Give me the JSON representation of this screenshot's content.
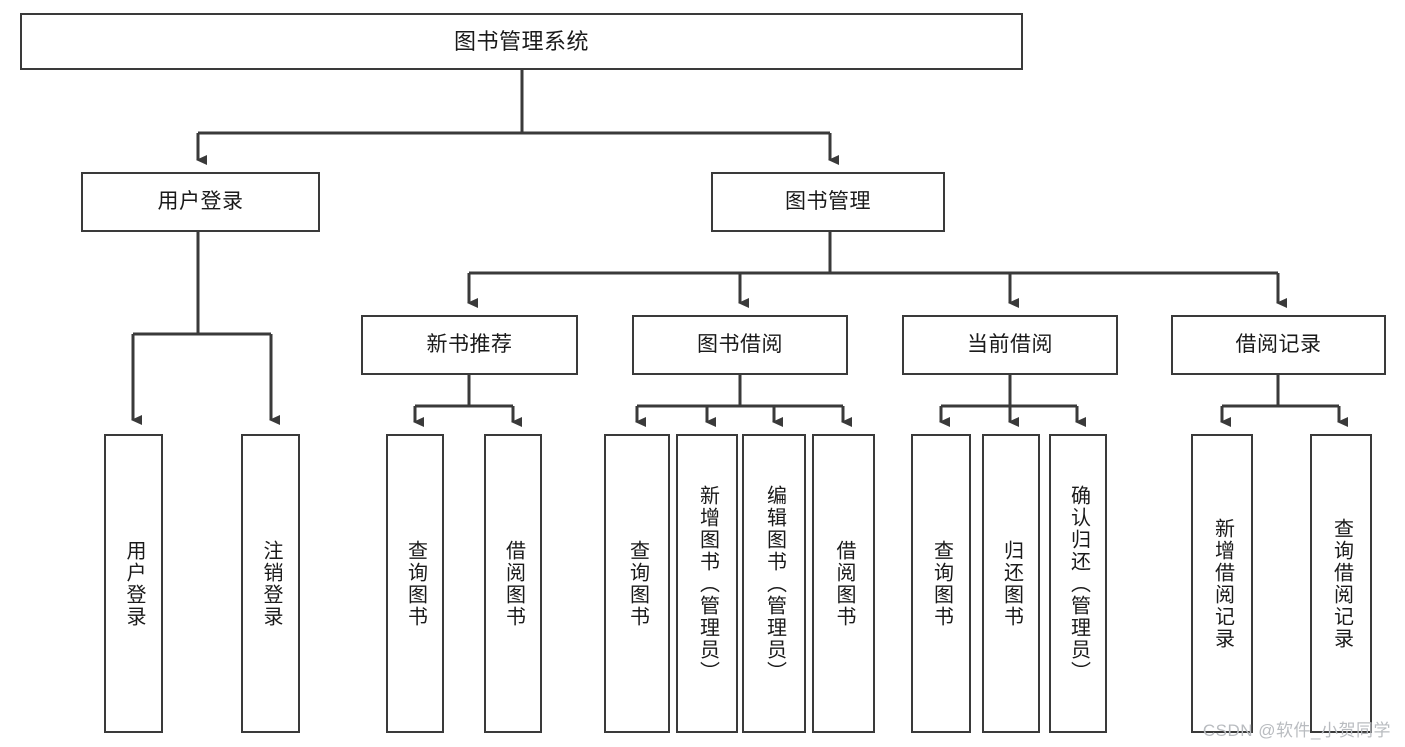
{
  "diagram": {
    "title": "图书管理系统",
    "type": "tree-hierarchy",
    "orientation": "top-down",
    "colors": {
      "box_border": "#3a3a3a",
      "box_fill": "#ffffff",
      "connector": "#3a3a3a",
      "text": "#1a1a1a",
      "watermark": "#b9bcc0",
      "background": "#ffffff"
    },
    "root": {
      "label": "图书管理系统"
    },
    "level2": [
      {
        "id": "user-login",
        "label": "用户登录"
      },
      {
        "id": "book-manage",
        "label": "图书管理"
      }
    ],
    "level3": [
      {
        "id": "new-book-recommend",
        "label": "新书推荐"
      },
      {
        "id": "book-borrow",
        "label": "图书借阅"
      },
      {
        "id": "current-borrow",
        "label": "当前借阅"
      },
      {
        "id": "borrow-record",
        "label": "借阅记录"
      }
    ],
    "leaves": {
      "user_login": [
        {
          "id": "leaf-user-login",
          "label": "用户登录"
        },
        {
          "id": "leaf-logout-login",
          "label": "注销登录"
        }
      ],
      "new_book_recommend": [
        {
          "id": "leaf-query-book-1",
          "label": "查询图书"
        },
        {
          "id": "leaf-borrow-book-1",
          "label": "借阅图书"
        }
      ],
      "book_borrow": [
        {
          "id": "leaf-query-book-2",
          "label": "查询图书"
        },
        {
          "id": "leaf-add-book",
          "label": "新增图书（管理员）"
        },
        {
          "id": "leaf-edit-book",
          "label": "编辑图书（管理员）"
        },
        {
          "id": "leaf-borrow-book-2",
          "label": "借阅图书"
        }
      ],
      "current_borrow": [
        {
          "id": "leaf-query-book-3",
          "label": "查询图书"
        },
        {
          "id": "leaf-return-book",
          "label": "归还图书"
        },
        {
          "id": "leaf-confirm-return",
          "label": "确认归还（管理员）"
        }
      ],
      "borrow_record": [
        {
          "id": "leaf-add-borrow-record",
          "label": "新增借阅记录"
        },
        {
          "id": "leaf-query-borrow-record",
          "label": "查询借阅记录"
        }
      ]
    },
    "watermark": "CSDN @软件_小贺同学"
  }
}
